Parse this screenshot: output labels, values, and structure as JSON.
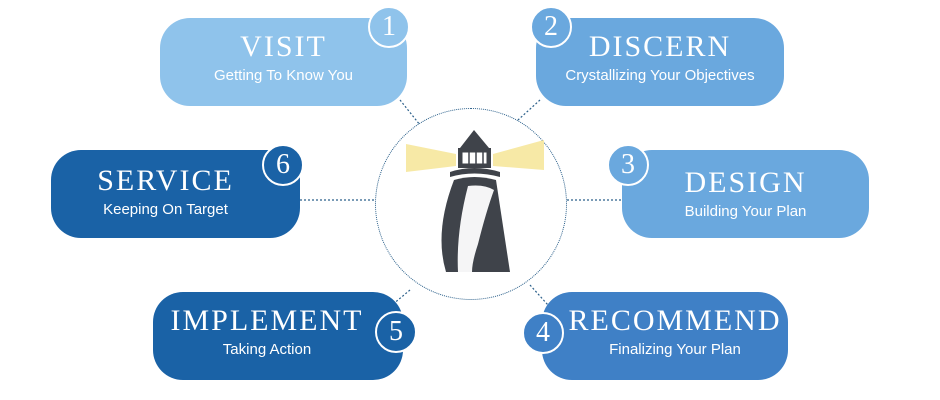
{
  "colors": {
    "light_blue": "#8fc3eb",
    "mid_blue": "#6aa8de",
    "dark_blue": "#1a62a6",
    "connector": "#2a5f8a",
    "lighthouse": "#3f434a",
    "beam": "#f7e9a6"
  },
  "steps": [
    {
      "number": "1",
      "title": "VISIT",
      "subtitle": "Getting To Know You"
    },
    {
      "number": "2",
      "title": "DISCERN",
      "subtitle": "Crystallizing Your Objectives"
    },
    {
      "number": "3",
      "title": "DESIGN",
      "subtitle": "Building Your Plan"
    },
    {
      "number": "4",
      "title": "RECOMMEND",
      "subtitle": "Finalizing Your Plan"
    },
    {
      "number": "5",
      "title": "IMPLEMENT",
      "subtitle": "Taking Action"
    },
    {
      "number": "6",
      "title": "SERVICE",
      "subtitle": "Keeping On Target"
    }
  ],
  "center_icon": "lighthouse-icon"
}
